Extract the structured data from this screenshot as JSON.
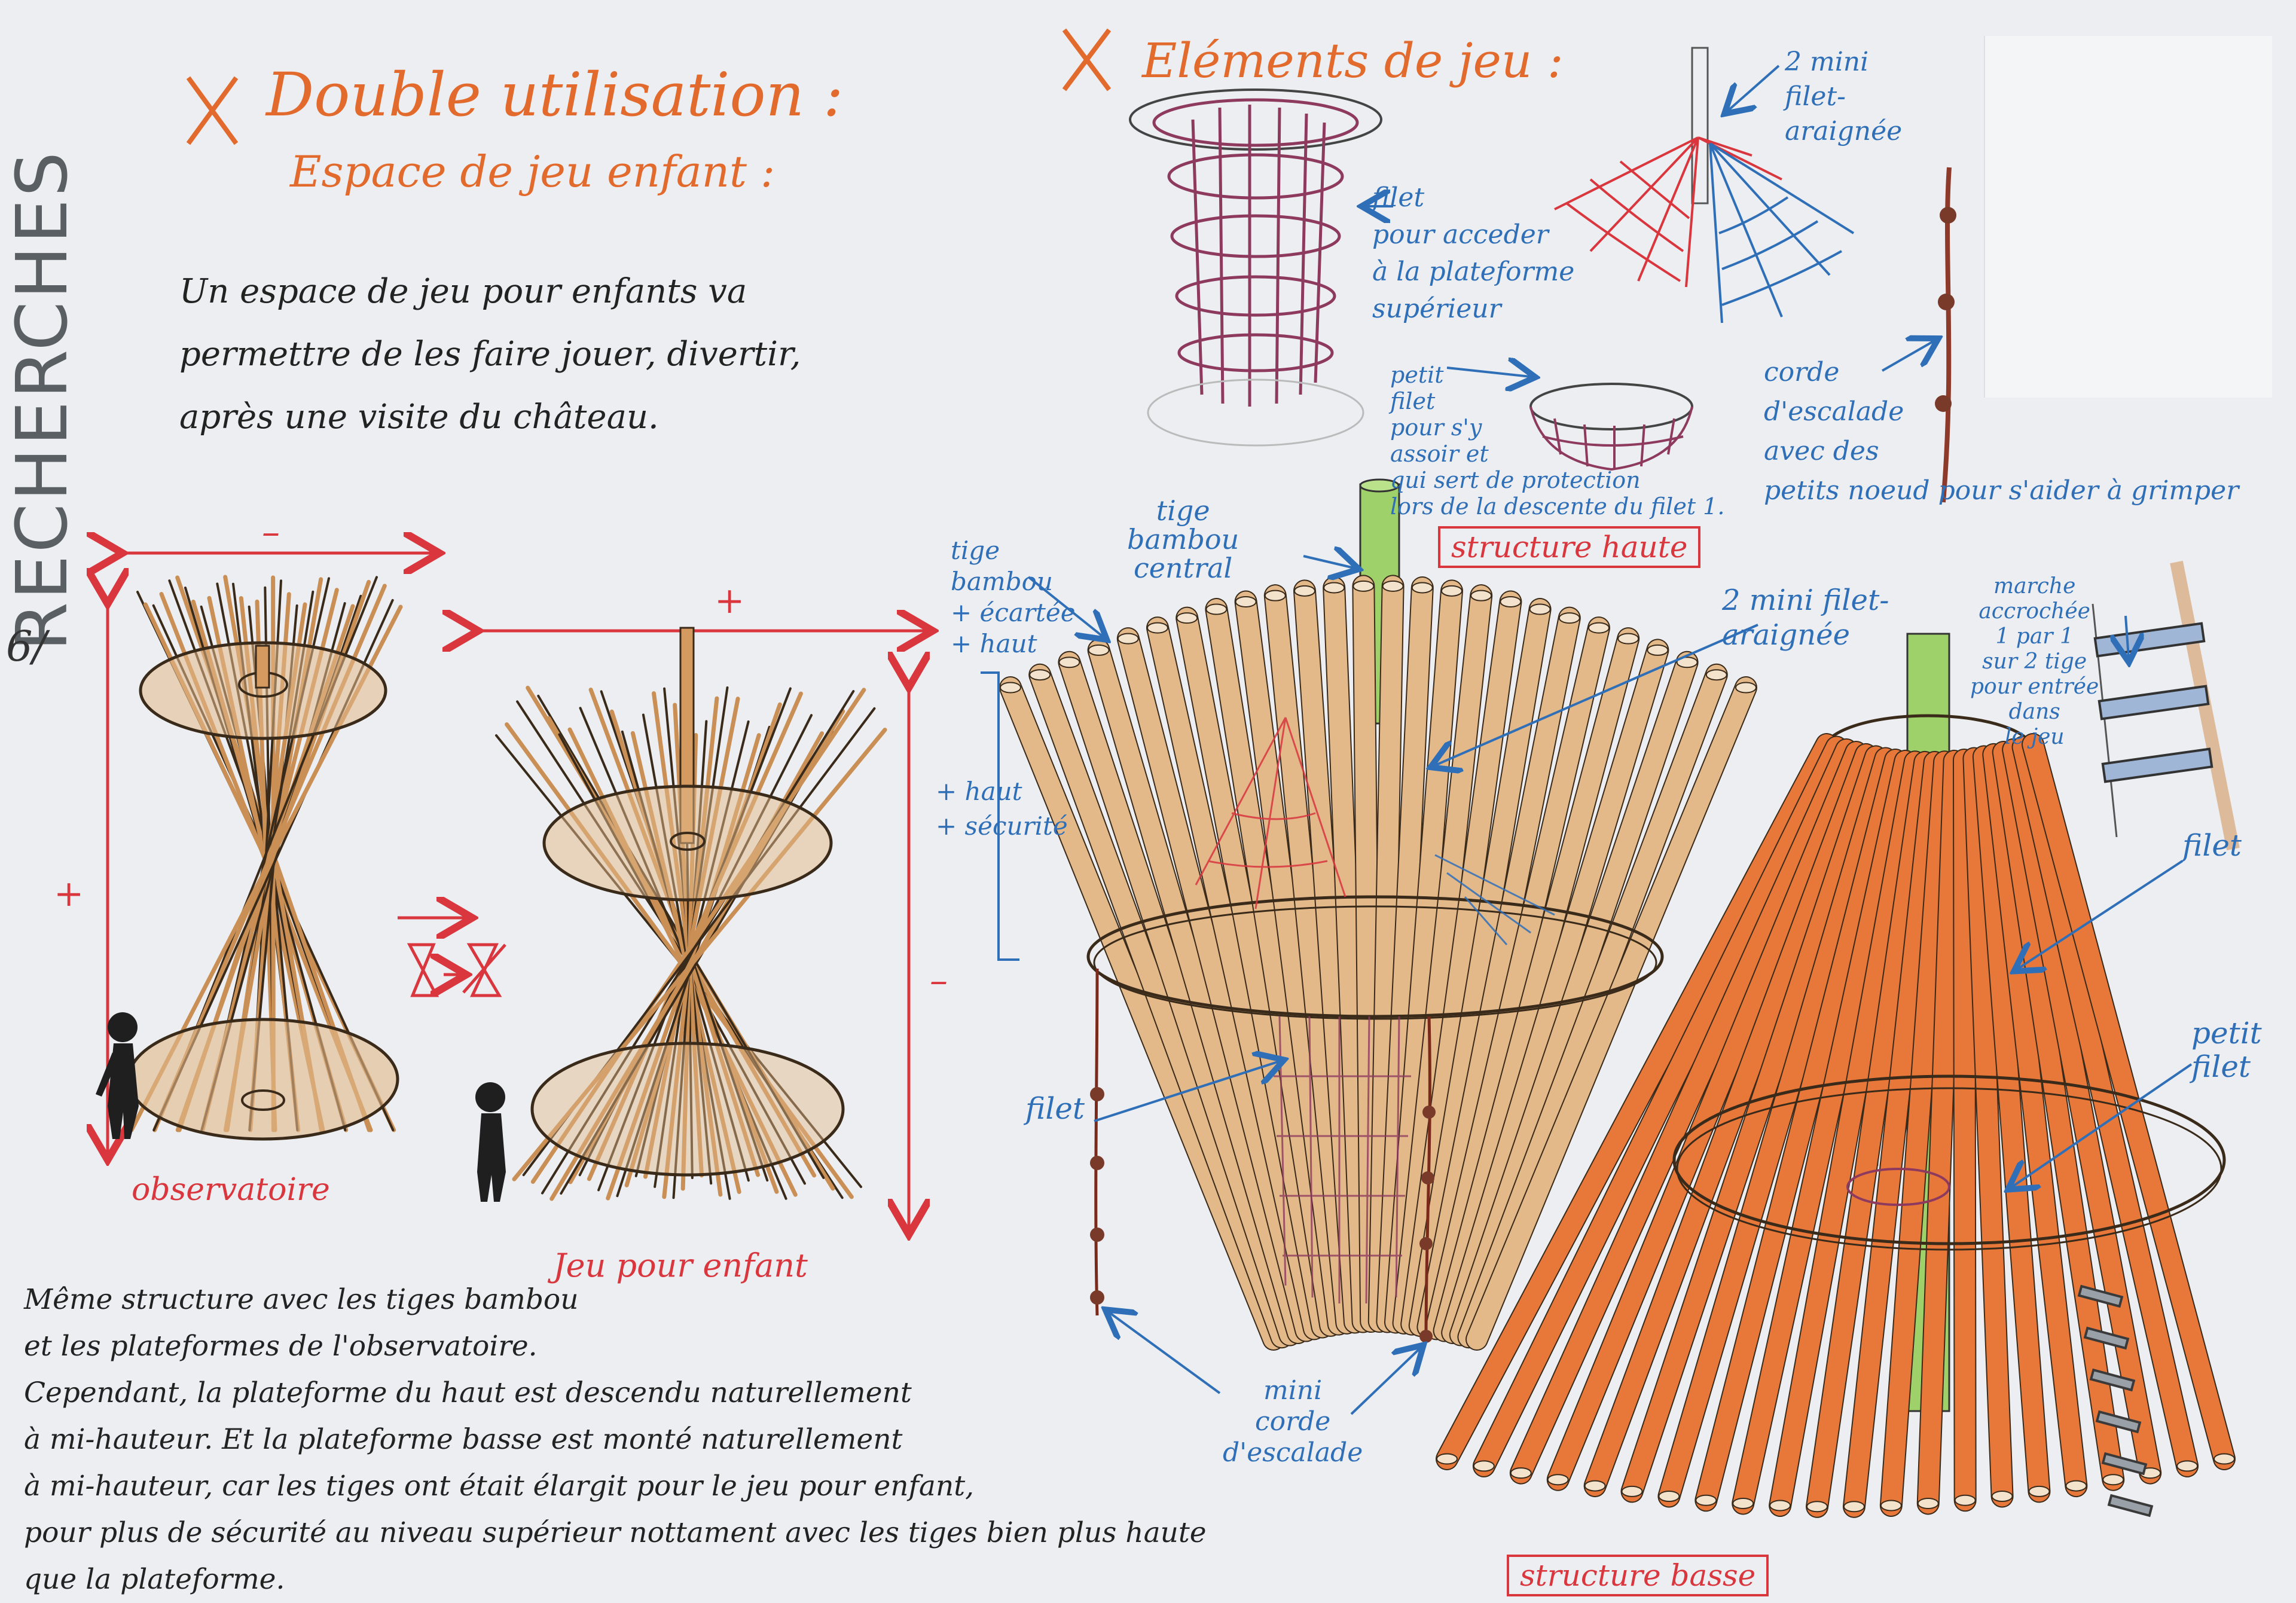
{
  "colors": {
    "background": "#eceef1",
    "orange": "#e26a2c",
    "blue": "#2f6fb8",
    "red": "#d9363e",
    "bamboo_light": "#e3b98a",
    "bamboo_orange": "#e8783a",
    "bamboo_brown": "#d49a60",
    "net_purple": "#8e3a5e",
    "central_green": "#9fd16a"
  },
  "side_title": "RECHERCHES",
  "page_number": "6/",
  "section_left": {
    "title": "Double utilisation :",
    "subtitle": "Espace de jeu enfant :",
    "intro": "Un espace de jeu pour enfants va\npermettre de les faire jouer, divertir,\naprès une visite du château.",
    "observatoire": {
      "label": "observatoire",
      "width_sign": "–",
      "height_sign": "+"
    },
    "jeu": {
      "label": "Jeu pour enfant",
      "width_sign": "+",
      "height_sign": "–"
    },
    "description": "Même structure avec les tiges bambou\net les plateformes de l'observatoire.\nCependant, la plateforme du haut est descendu naturellement\nà mi-hauteur. Et la plateforme basse est monté naturellement\nà mi-hauteur, car les tiges ont était élargit pour le jeu pour enfant,\npour plus de sécurité au niveau supérieur nottament avec les tiges bien plus haute\nque la plateforme."
  },
  "section_right": {
    "title": "Eléments de jeu :",
    "filet_acces": "filet\npour acceder\nà la plateforme\nsupérieur",
    "mini_filet_top": "2 mini\nfilet-\naraignée",
    "corde": "corde\nd'escalade\navec des\npetits noeud pour s'aider à grimper",
    "petit_filet": "petit\nfilet\npour s'y\nassoir et\nqui sert de protection\nlors de la descente du filet 1.",
    "structure_haute": "structure haute",
    "tige_central": "tige\nbambou\ncentral",
    "tige_ecartee": "tige\nbambou\n+ écartée\n+ haut",
    "plus_haut": "+ haut\n+ sécurité",
    "mini_filet_mid": "2 mini filet-\naraignée",
    "marche": "marche\naccrochée\n1 par 1\nsur 2 tige\npour entrée\ndans\nle jeu",
    "filet_right": "filet",
    "petit_filet_right": "petit\nfilet",
    "filet_left": "filet",
    "mini_corde": "mini\ncorde\nd'escalade",
    "structure_basse": "structure basse"
  }
}
